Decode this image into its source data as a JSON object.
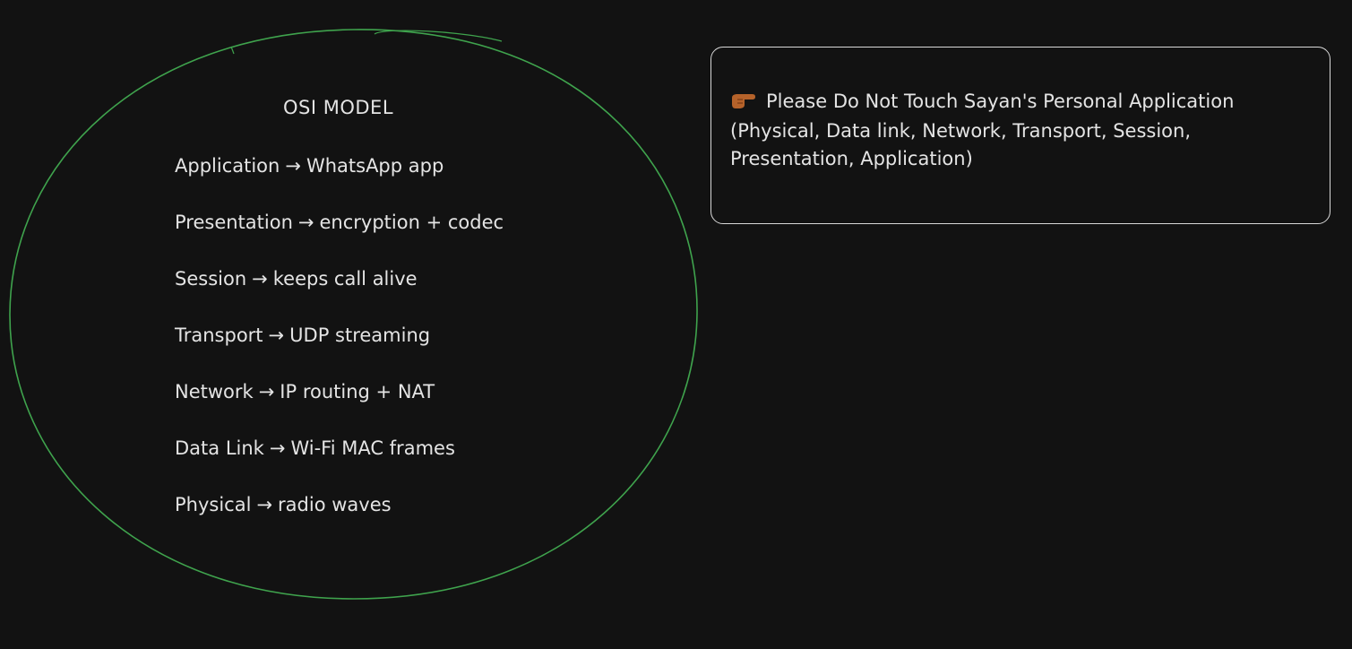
{
  "diagram": {
    "title": "OSI MODEL",
    "layers": [
      {
        "name": "Application",
        "detail": "WhatsApp app"
      },
      {
        "name": "Presentation",
        "detail": "encryption + codec"
      },
      {
        "name": "Session",
        "detail": "keeps call alive"
      },
      {
        "name": "Transport",
        "detail": "UDP streaming"
      },
      {
        "name": "Network",
        "detail": "IP routing + NAT"
      },
      {
        "name": "Data Link",
        "detail": "Wi-Fi MAC frames"
      },
      {
        "name": "Physical",
        "detail": "radio waves"
      }
    ],
    "arrow": "→",
    "ellipse_color": "#3fa34d"
  },
  "note": {
    "icon": "pointing-right-hand-icon",
    "line1": "Please Do Not Touch Sayan's Personal Application",
    "line2": "(Physical, Data link, Network, Transport, Session,",
    "line3": "Presentation, Application)"
  },
  "colors": {
    "background": "#121212",
    "text": "#e4e4e4",
    "box_border": "#d8d8d8"
  }
}
